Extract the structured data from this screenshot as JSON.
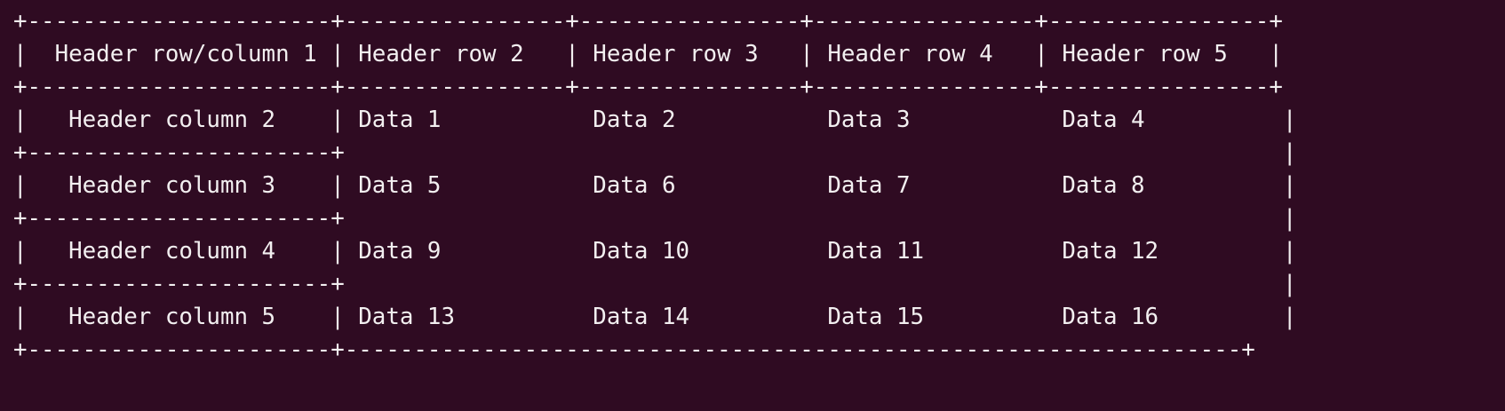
{
  "terminal": {
    "background_color": "#2f0b22",
    "foreground_color": "#f2eff0",
    "font_family_kind": "monospace"
  },
  "table": {
    "style": "ascii-grid",
    "border_chars": {
      "corner": "+",
      "horizontal": "-",
      "vertical": "|"
    },
    "column_count": 5,
    "row_count": 5,
    "col1_width_chars": 22,
    "other_col_width_chars": 16,
    "header_row": [
      "Header row/column 1",
      "Header row 2",
      "Header row 3",
      "Header row 4",
      "Header row 5"
    ],
    "stub_column": [
      "Header column 2",
      "Header column 3",
      "Header column 4",
      "Header column 5"
    ],
    "body_rows": [
      [
        "Data 1",
        "Data 2",
        "Data 3",
        "Data 4"
      ],
      [
        "Data 5",
        "Data 6",
        "Data 7",
        "Data 8"
      ],
      [
        "Data 9",
        "Data 10",
        "Data 11",
        "Data 12"
      ],
      [
        "Data 13",
        "Data 14",
        "Data 15",
        "Data 16"
      ]
    ]
  },
  "rendered_lines": [
    "+----------------------+----------------+----------------+----------------+----------------+",
    "|  Header row/column 1 | Header row 2   | Header row 3   | Header row 4   | Header row 5   |",
    "+----------------------+----------------+----------------+----------------+----------------+",
    "|   Header column 2    | Data 1           Data 2           Data 3           Data 4          |",
    "+----------------------+                                                                    |",
    "|   Header column 3    | Data 5           Data 6           Data 7           Data 8          |",
    "+----------------------+                                                                    |",
    "|   Header column 4    | Data 9           Data 10          Data 11          Data 12         |",
    "+----------------------+                                                                    |",
    "|   Header column 5    | Data 13          Data 14          Data 15          Data 16         |",
    "+----------------------+----------------------------------------------------------------- -+"
  ],
  "lines": {
    "l0": "+----------------------+----------------+----------------+----------------+----------------+",
    "l1": "|  Header row/column 1 | Header row 2   | Header row 3   | Header row 4   | Header row 5   |",
    "l2": "+----------------------+----------------+----------------+----------------+----------------+",
    "l3": "|   Header column 2    | Data 1           Data 2           Data 3           Data 4          |",
    "l4": "+----------------------+                                                                    |",
    "l5": "|   Header column 3    | Data 5           Data 6           Data 7           Data 8          |",
    "l6": "+----------------------+                                                                    |",
    "l7": "|   Header column 4    | Data 9           Data 10          Data 11          Data 12         |",
    "l8": "+----------------------+                                                                    |",
    "l9": "|   Header column 5    | Data 13          Data 14          Data 15          Data 16         |",
    "l10": "+----------------------+-----------------------------------------------------------------+ "
  }
}
